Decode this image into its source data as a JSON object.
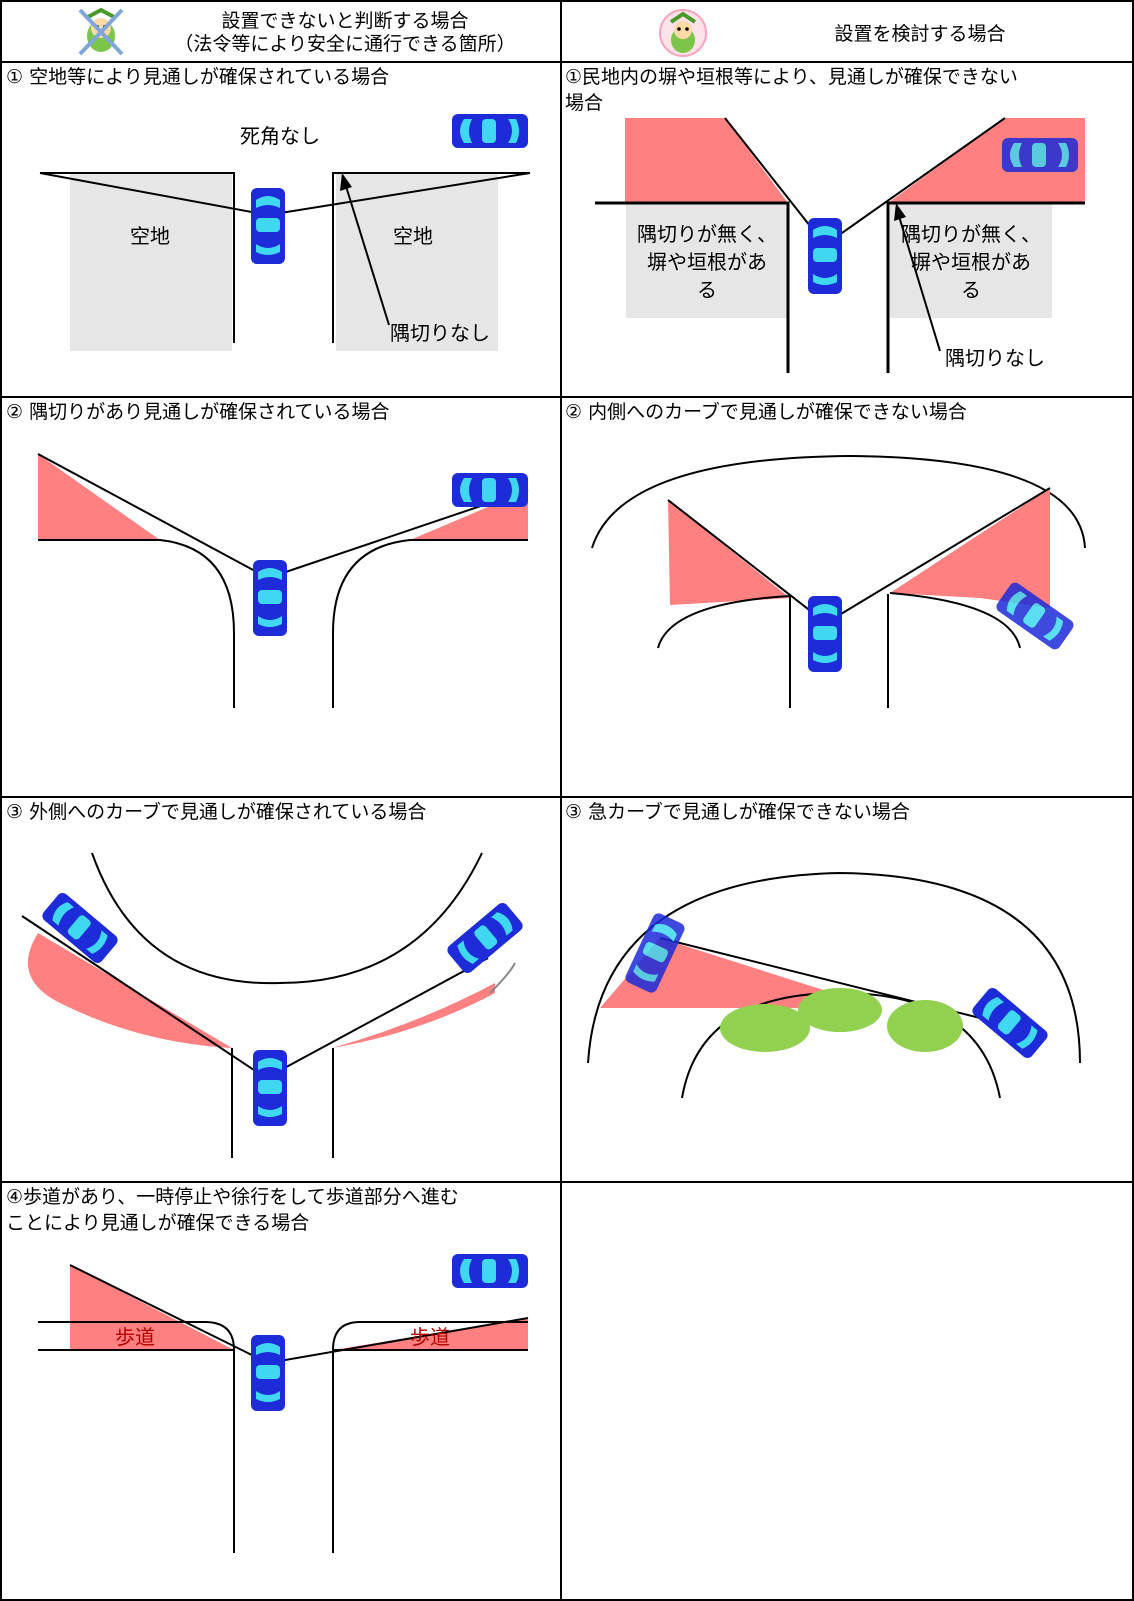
{
  "header": {
    "left": {
      "line1": "設置できないと判断する場合",
      "line2": "（法令等により安全に通行できる箇所）",
      "mascot_icon": "mascot-crossed-icon"
    },
    "right": {
      "line1": "設置を検討する場合",
      "mascot_icon": "mascot-icon"
    }
  },
  "left": {
    "c1": {
      "title": "① 空地等により見通しが確保されている場合",
      "no_blind": "死角なし",
      "lot_left": "空地",
      "lot_right": "空地",
      "corner": "隅切りなし"
    },
    "c2": {
      "title": "② 隅切りがあり見通しが確保されている場合"
    },
    "c3": {
      "title": "③ 外側へのカーブで見通しが確保されている場合"
    },
    "c4": {
      "title_line1": "④歩道があり、一時停止や徐行をして歩道部分へ進む",
      "title_line2": "ことにより見通しが確保できる場合",
      "sidewalk_left": "歩道",
      "sidewalk_right": "歩道"
    }
  },
  "right": {
    "c1": {
      "title_line1": "①民地内の塀や垣根等により、見通しが確保できない",
      "title_line2": "場合",
      "wall_line1": "隅切りが無く、",
      "wall_line2": "塀や垣根があ",
      "wall_line3": "る",
      "corner": "隅切りなし"
    },
    "c2": {
      "title": "② 内側へのカーブで見通しが確保できない場合"
    },
    "c3": {
      "title": "③ 急カーブで見通しが確保できない場合"
    }
  },
  "colors": {
    "blind_zone": "#ff8080",
    "car_body": "#1d2bd9",
    "car_glass": "#3fd8f0",
    "hedge": "#92d050",
    "lot": "#e6e6e6"
  }
}
